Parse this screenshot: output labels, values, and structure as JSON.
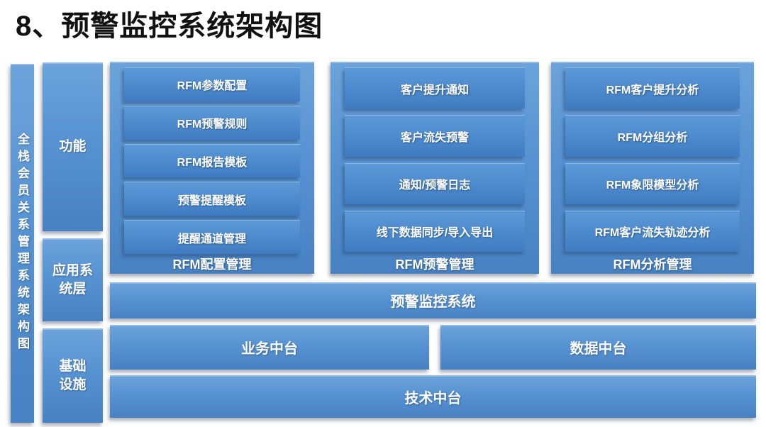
{
  "title": "8、预警监控系统架构图",
  "left_rail": {
    "label": "全栈会员关系管理系统架构图"
  },
  "layers": [
    {
      "label": "功能"
    },
    {
      "label": "应用系\n统层"
    },
    {
      "label": "基础\n设施"
    }
  ],
  "function_groups": [
    {
      "label": "RFM配置管理",
      "items": [
        "RFM参数配置",
        "RFM预警规则",
        "RFM报告模板",
        "预警提醒模板",
        "提醒通道管理"
      ]
    },
    {
      "label": "RFM预警管理",
      "items": [
        "客户提升通知",
        "客户流失预警",
        "通知/预警日志",
        "线下数据同步/导入导出"
      ]
    },
    {
      "label": "RFM分析管理",
      "items": [
        "RFM客户提升分析",
        "RFM分组分析",
        "RFM象限模型分析",
        "RFM客户流失轨迹分析"
      ]
    }
  ],
  "platform": {
    "monitor": "预警监控系统",
    "business": "业务中台",
    "data": "数据中台",
    "tech": "技术中台"
  },
  "colors": {
    "container_top": "#6CA3DB",
    "container_bottom": "#4781C2",
    "inner_box_top": "#5C99D8",
    "inner_box_bottom": "#3E7BC1",
    "text_on_blue": "#FFFFFF",
    "title_text": "#111111"
  }
}
